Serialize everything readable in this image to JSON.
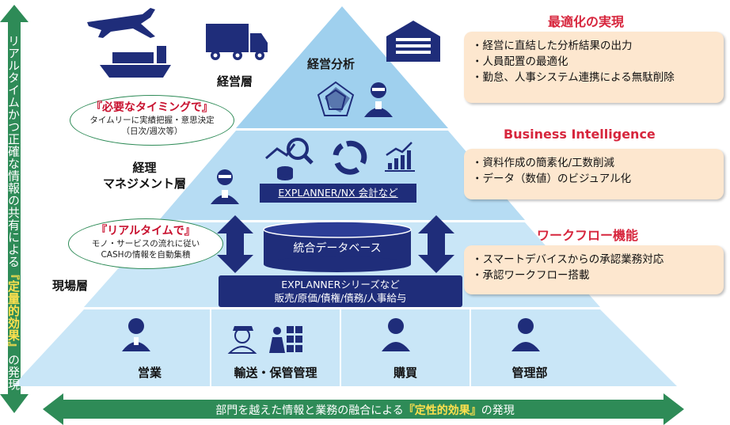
{
  "left_arrow": {
    "prefix": "リアルタイムかつ正確な情報の共有による",
    "emphasis": "『定量的効果』",
    "suffix": "の発現"
  },
  "bottom_arrow": {
    "prefix": "部門を越えた情報と業務の融合による",
    "emphasis": "『定性的効果』",
    "suffix": "の発現"
  },
  "layers": {
    "top": "経営層",
    "middle_line1": "経理",
    "middle_line2": "マネジメント層",
    "bottom": "現場層"
  },
  "bubbles": {
    "timing": {
      "head": "『必要なタイミングで』",
      "line1": "タイムリーに実績把握・意思決定",
      "line2": "（日次/週次等）"
    },
    "realtime": {
      "head": "『リアルタイムで』",
      "line1": "モノ・サービスの流れに従い",
      "line2": "CASHの情報を自動集積"
    }
  },
  "pyramid": {
    "top_label": "経営分析",
    "mid_box": "EXPLANNER/NX 会計など",
    "db_label": "統合データベース",
    "series_line1": "EXPLANNERシリーズなど",
    "series_line2": "販売/原価/債権/債務/人事給与",
    "departments": [
      "営業",
      "輸送・保管管理",
      "購買",
      "管理部"
    ]
  },
  "sections": [
    {
      "title": "最適化の実現",
      "items": [
        "・経営に直結した分析結果の出力",
        "・人員配置の最適化",
        "・勤怠、人事システム連携による無駄削除"
      ]
    },
    {
      "title": "Business Intelligence",
      "items": [
        "・資料作成の簡素化/工数削減",
        "・データ（数値）のビジュアル化"
      ]
    },
    {
      "title": "ワークフロー機能",
      "items": [
        "・スマートデバイスからの承認業務対応",
        "・承認ワークフロー搭載"
      ]
    }
  ],
  "colors": {
    "green_arrow": "#2e8b57",
    "pyramid_top": "#9fd0ee",
    "pyramid_mid": "#b6dcf3",
    "pyramid_bottom": "#c9e6f7",
    "navy": "#1f2d7a",
    "accent_red": "#d7263d",
    "box_fill": "#fde7cf"
  },
  "icons": [
    "airplane-icon",
    "ship-icon",
    "truck-icon",
    "warehouse-icon",
    "radar-chart-icon",
    "executive-icon",
    "analytics-icon",
    "cycle-icon",
    "growth-chart-icon",
    "manager-icon",
    "salesperson-icon",
    "delivery-worker-icon",
    "warehouse-worker-icon",
    "buyer-icon",
    "admin-icon"
  ]
}
